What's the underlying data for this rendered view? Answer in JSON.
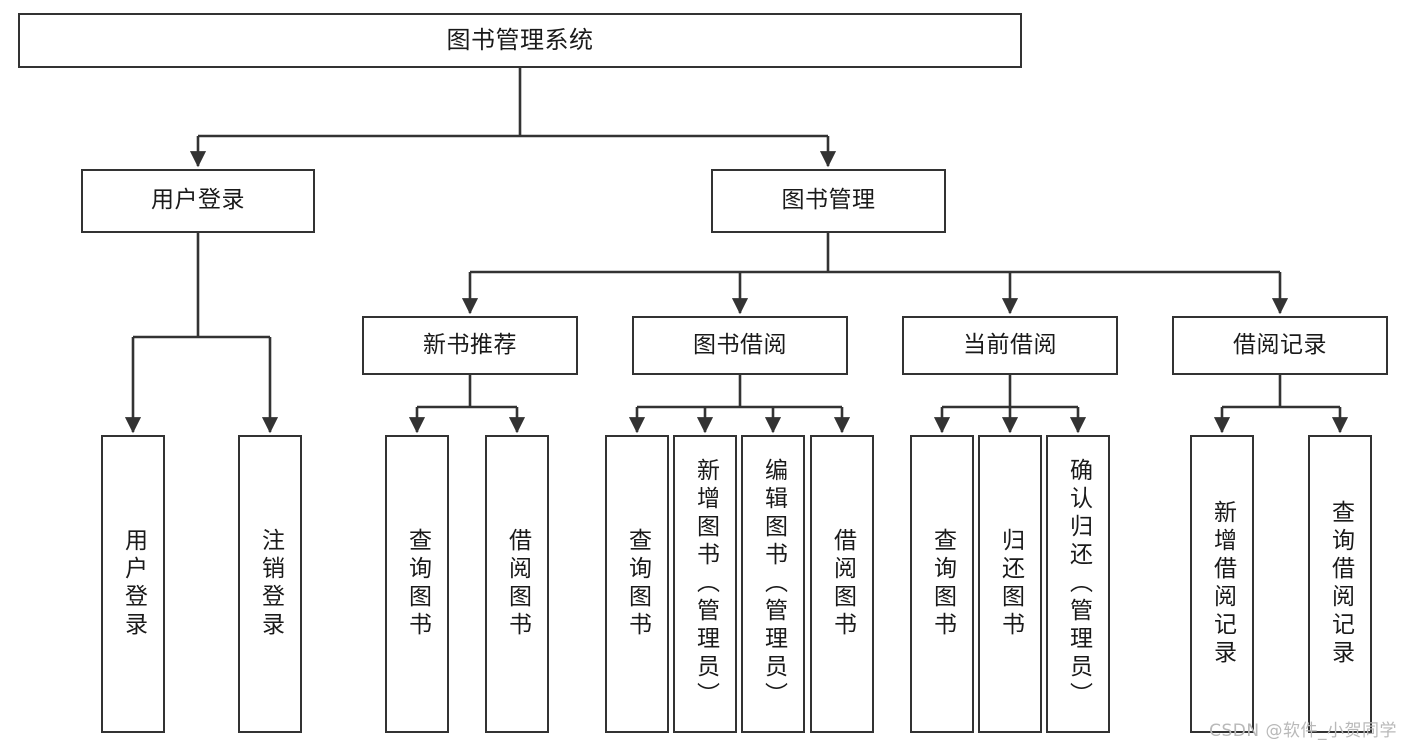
{
  "diagram": {
    "type": "tree-hierarchy",
    "root": {
      "id": "root",
      "label": "图书管理系统"
    },
    "level2": [
      {
        "id": "user-login",
        "label": "用户登录"
      },
      {
        "id": "book-management",
        "label": "图书管理"
      }
    ],
    "level3": [
      {
        "id": "new-book-recommend",
        "label": "新书推荐",
        "parent": "book-management"
      },
      {
        "id": "book-borrow",
        "label": "图书借阅",
        "parent": "book-management"
      },
      {
        "id": "current-borrow",
        "label": "当前借阅",
        "parent": "book-management"
      },
      {
        "id": "borrow-record",
        "label": "借阅记录",
        "parent": "book-management"
      }
    ],
    "leaves": [
      {
        "id": "leaf-user-login",
        "label": "用户登录",
        "parent": "user-login"
      },
      {
        "id": "leaf-logout-login",
        "label": "注销登录",
        "parent": "user-login"
      },
      {
        "id": "leaf-query-book-1",
        "label": "查询图书",
        "parent": "new-book-recommend"
      },
      {
        "id": "leaf-borrow-book-1",
        "label": "借阅图书",
        "parent": "new-book-recommend"
      },
      {
        "id": "leaf-query-book-2",
        "label": "查询图书",
        "parent": "book-borrow"
      },
      {
        "id": "leaf-add-book-admin",
        "label": "新增图书（管理员）",
        "parent": "book-borrow"
      },
      {
        "id": "leaf-edit-book-admin",
        "label": "编辑图书（管理员）",
        "parent": "book-borrow"
      },
      {
        "id": "leaf-borrow-book-2",
        "label": "借阅图书",
        "parent": "book-borrow"
      },
      {
        "id": "leaf-query-book-3",
        "label": "查询图书",
        "parent": "current-borrow"
      },
      {
        "id": "leaf-return-book",
        "label": "归还图书",
        "parent": "current-borrow"
      },
      {
        "id": "leaf-confirm-return-admin",
        "label": "确认归还（管理员）",
        "parent": "current-borrow"
      },
      {
        "id": "leaf-add-borrow-record",
        "label": "新增借阅记录",
        "parent": "borrow-record"
      },
      {
        "id": "leaf-query-borrow-record",
        "label": "查询借阅记录",
        "parent": "borrow-record"
      }
    ],
    "watermark": "CSDN @软件_小贺同学",
    "colors": {
      "stroke": "#333333",
      "background": "#ffffff",
      "text": "#1a1a1a",
      "watermark": "#b9b9b9"
    }
  }
}
